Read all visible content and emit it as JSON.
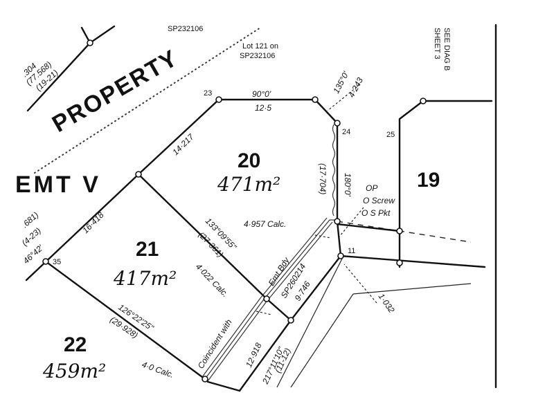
{
  "lot_ref": {
    "line1": "Lot 121 on",
    "line2": "SP232106"
  },
  "top_fragment": "SP232106",
  "sheet_note": {
    "line1": "SEE DIAG B",
    "line2": "SHEET 3"
  },
  "property_label": "PROPERTY",
  "emt_label": "EMT V",
  "left_dims": {
    "d1": ".304",
    "d2": "(77.568)",
    "d3": "(19-21)"
  },
  "left_edge_dims": {
    "d1": ".681)",
    "d2": "(4-23)",
    "d3": "46°42'"
  },
  "lots": [
    {
      "number": "20",
      "area": "471m²"
    },
    {
      "number": "21",
      "area": "417m²"
    },
    {
      "number": "22",
      "area": "459m²"
    },
    {
      "number": "19"
    }
  ],
  "points": {
    "p23": "23",
    "p24": "24",
    "p25": "25",
    "p35": "35",
    "p11": "11"
  },
  "dims": {
    "bearing_23_24": "90°0'",
    "dist_23_24": "12·5",
    "bearing_corner": "135°0'",
    "dist_corner": "4·243",
    "dist_21_20": "14·217",
    "dist_35_21": "16·418",
    "bearing_24_down": "180°0'",
    "dist_24_down": "(17·704)",
    "bearing_diag": "133°09'55\"",
    "dist_diag": "(27·361)",
    "calc_diag": "4·022 Calc.",
    "calc_4957": "4·957 Calc.",
    "bearing_35": "126°22'25\"",
    "dist_35": "(29·928)",
    "calc_40": "4·0 Calc.",
    "coincident": "Coincident with",
    "emt_bdy": "Emt  Bdy",
    "sp_ref": "SP260214",
    "dist_9746": "9·746",
    "dist_12918": "12·918",
    "bearing_217": "217°11'10\"",
    "paren_11_12": "(11-12)",
    "dist_1032": "1·032"
  },
  "legend_op": {
    "l1": "OP",
    "l2": "O Screw",
    "l3": "O S Pkt"
  }
}
